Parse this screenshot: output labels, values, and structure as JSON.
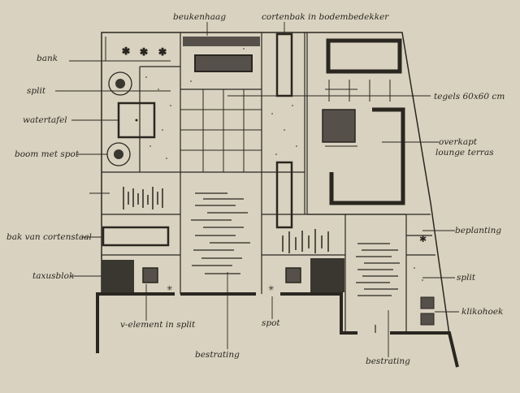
{
  "labels": {
    "beukenhaag": "beukenhaag",
    "cortenbak": "cortenbak in bodembedekker",
    "bank": "bank",
    "split_left": "split",
    "watertafel": "watertafel",
    "boom_met_spot": "boom met spot",
    "bak_van_cortenstaal": "bak van cortenstaal",
    "taxusblok": "taxusblok",
    "v_element": "v-element in split",
    "bestrating_left": "bestrating",
    "spot": "spot",
    "bestrating_right": "bestrating",
    "tegels": "tegels 60x60 cm",
    "overkapt": "overkapt",
    "lounge_terras": "lounge terras",
    "beplanting": "beplanting",
    "split_right": "split",
    "klikohoek": "klikohoek"
  },
  "colors": {
    "paper": "#d9d2c0",
    "ink": "#2a2620",
    "dark_fill": "#3a3630",
    "hedge": "#55504a"
  }
}
